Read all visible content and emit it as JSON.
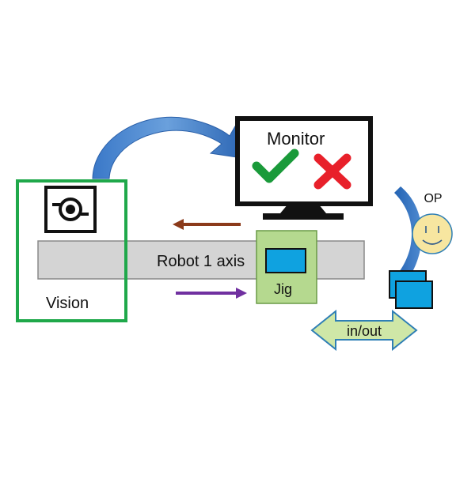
{
  "labels": {
    "monitor": "Monitor",
    "robot_axis": "Robot 1 axis",
    "jig": "Jig",
    "vision": "Vision",
    "operator": "OP",
    "in_out": "in/out"
  },
  "colors": {
    "vision_frame": "#1fa84a",
    "rail_fill": "#d4d4d4",
    "jig_fill": "#b5d98f",
    "part_blue": "#0fa2e0",
    "curved_arrow_blue": "#2f72c4",
    "brown_arrow": "#8b3a1a",
    "purple_arrow": "#7030a0",
    "check_green": "#1a9a3a",
    "cross_red": "#e8202a",
    "operator_face": "#f7e6a0",
    "operator_body_blue": "#1f5fb0",
    "inout_arrow_fill": "#cfe7a7",
    "inout_arrow_stroke": "#2f7fb5"
  },
  "icons": [
    "camera-icon",
    "check-icon",
    "cross-icon",
    "smiley-face-icon"
  ]
}
